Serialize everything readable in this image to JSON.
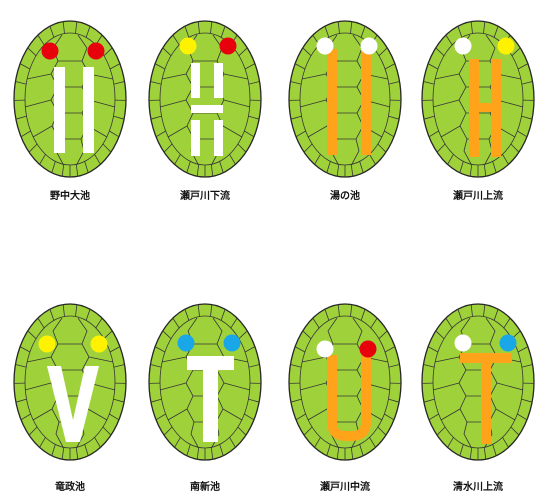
{
  "figure": {
    "shell_color": "#9fd23a",
    "panels": [
      {
        "label": "野中大池",
        "left_dot": "#e8000d",
        "right_dot": "#e8000d",
        "mark_shape": "parallel-bars",
        "mark_color": "#ffffff"
      },
      {
        "label": "瀬戸川下流",
        "left_dot": "#fff200",
        "right_dot": "#e8000d",
        "mark_shape": "broken-h",
        "mark_color": "#ffffff"
      },
      {
        "label": "湯の池",
        "left_dot": "#ffffff",
        "right_dot": "#ffffff",
        "mark_shape": "parallel-bars-from-dots",
        "mark_color": "#ffa31a"
      },
      {
        "label": "瀬戸川上流",
        "left_dot": "#ffffff",
        "right_dot": "#fff200",
        "mark_shape": "h",
        "mark_color": "#ffa31a"
      },
      {
        "label": "竜政池",
        "left_dot": "#fff200",
        "right_dot": "#fff200",
        "mark_shape": "v",
        "mark_color": "#ffffff"
      },
      {
        "label": "南新池",
        "left_dot": "#1aa7e8",
        "right_dot": "#1aa7e8",
        "mark_shape": "t",
        "mark_color": "#ffffff"
      },
      {
        "label": "瀬戸川中流",
        "left_dot": "#ffffff",
        "right_dot": "#e8000d",
        "mark_shape": "u",
        "mark_color": "#ffa31a"
      },
      {
        "label": "清水川上流",
        "left_dot": "#ffffff",
        "right_dot": "#1aa7e8",
        "mark_shape": "wide-t",
        "mark_color": "#ffa31a"
      }
    ]
  }
}
